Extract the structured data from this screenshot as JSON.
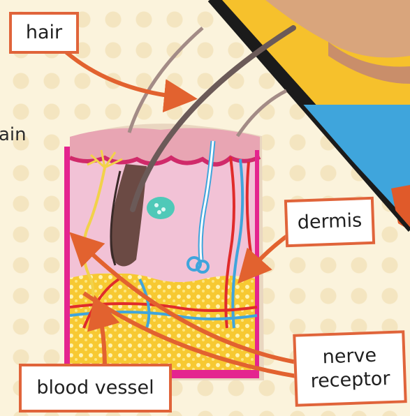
{
  "labels": {
    "hair": "hair",
    "dermis": "dermis",
    "nerve_receptor": "nerve\nreceptor",
    "blood_vessel": "blood vessel"
  },
  "fragment_text": "ain",
  "colors": {
    "background": "#fbf3dc",
    "label_border": "#e0643a",
    "arrow": "#e2622f",
    "epidermis": "#e8a5b3",
    "dermis": "#f2c2d6",
    "fat_layer": "#f7c932",
    "blood_vessel_red": "#e02b2b",
    "blood_vessel_blue": "#3fa5dc",
    "nerve": "#f2d24a",
    "hair": "#6b4a44"
  }
}
